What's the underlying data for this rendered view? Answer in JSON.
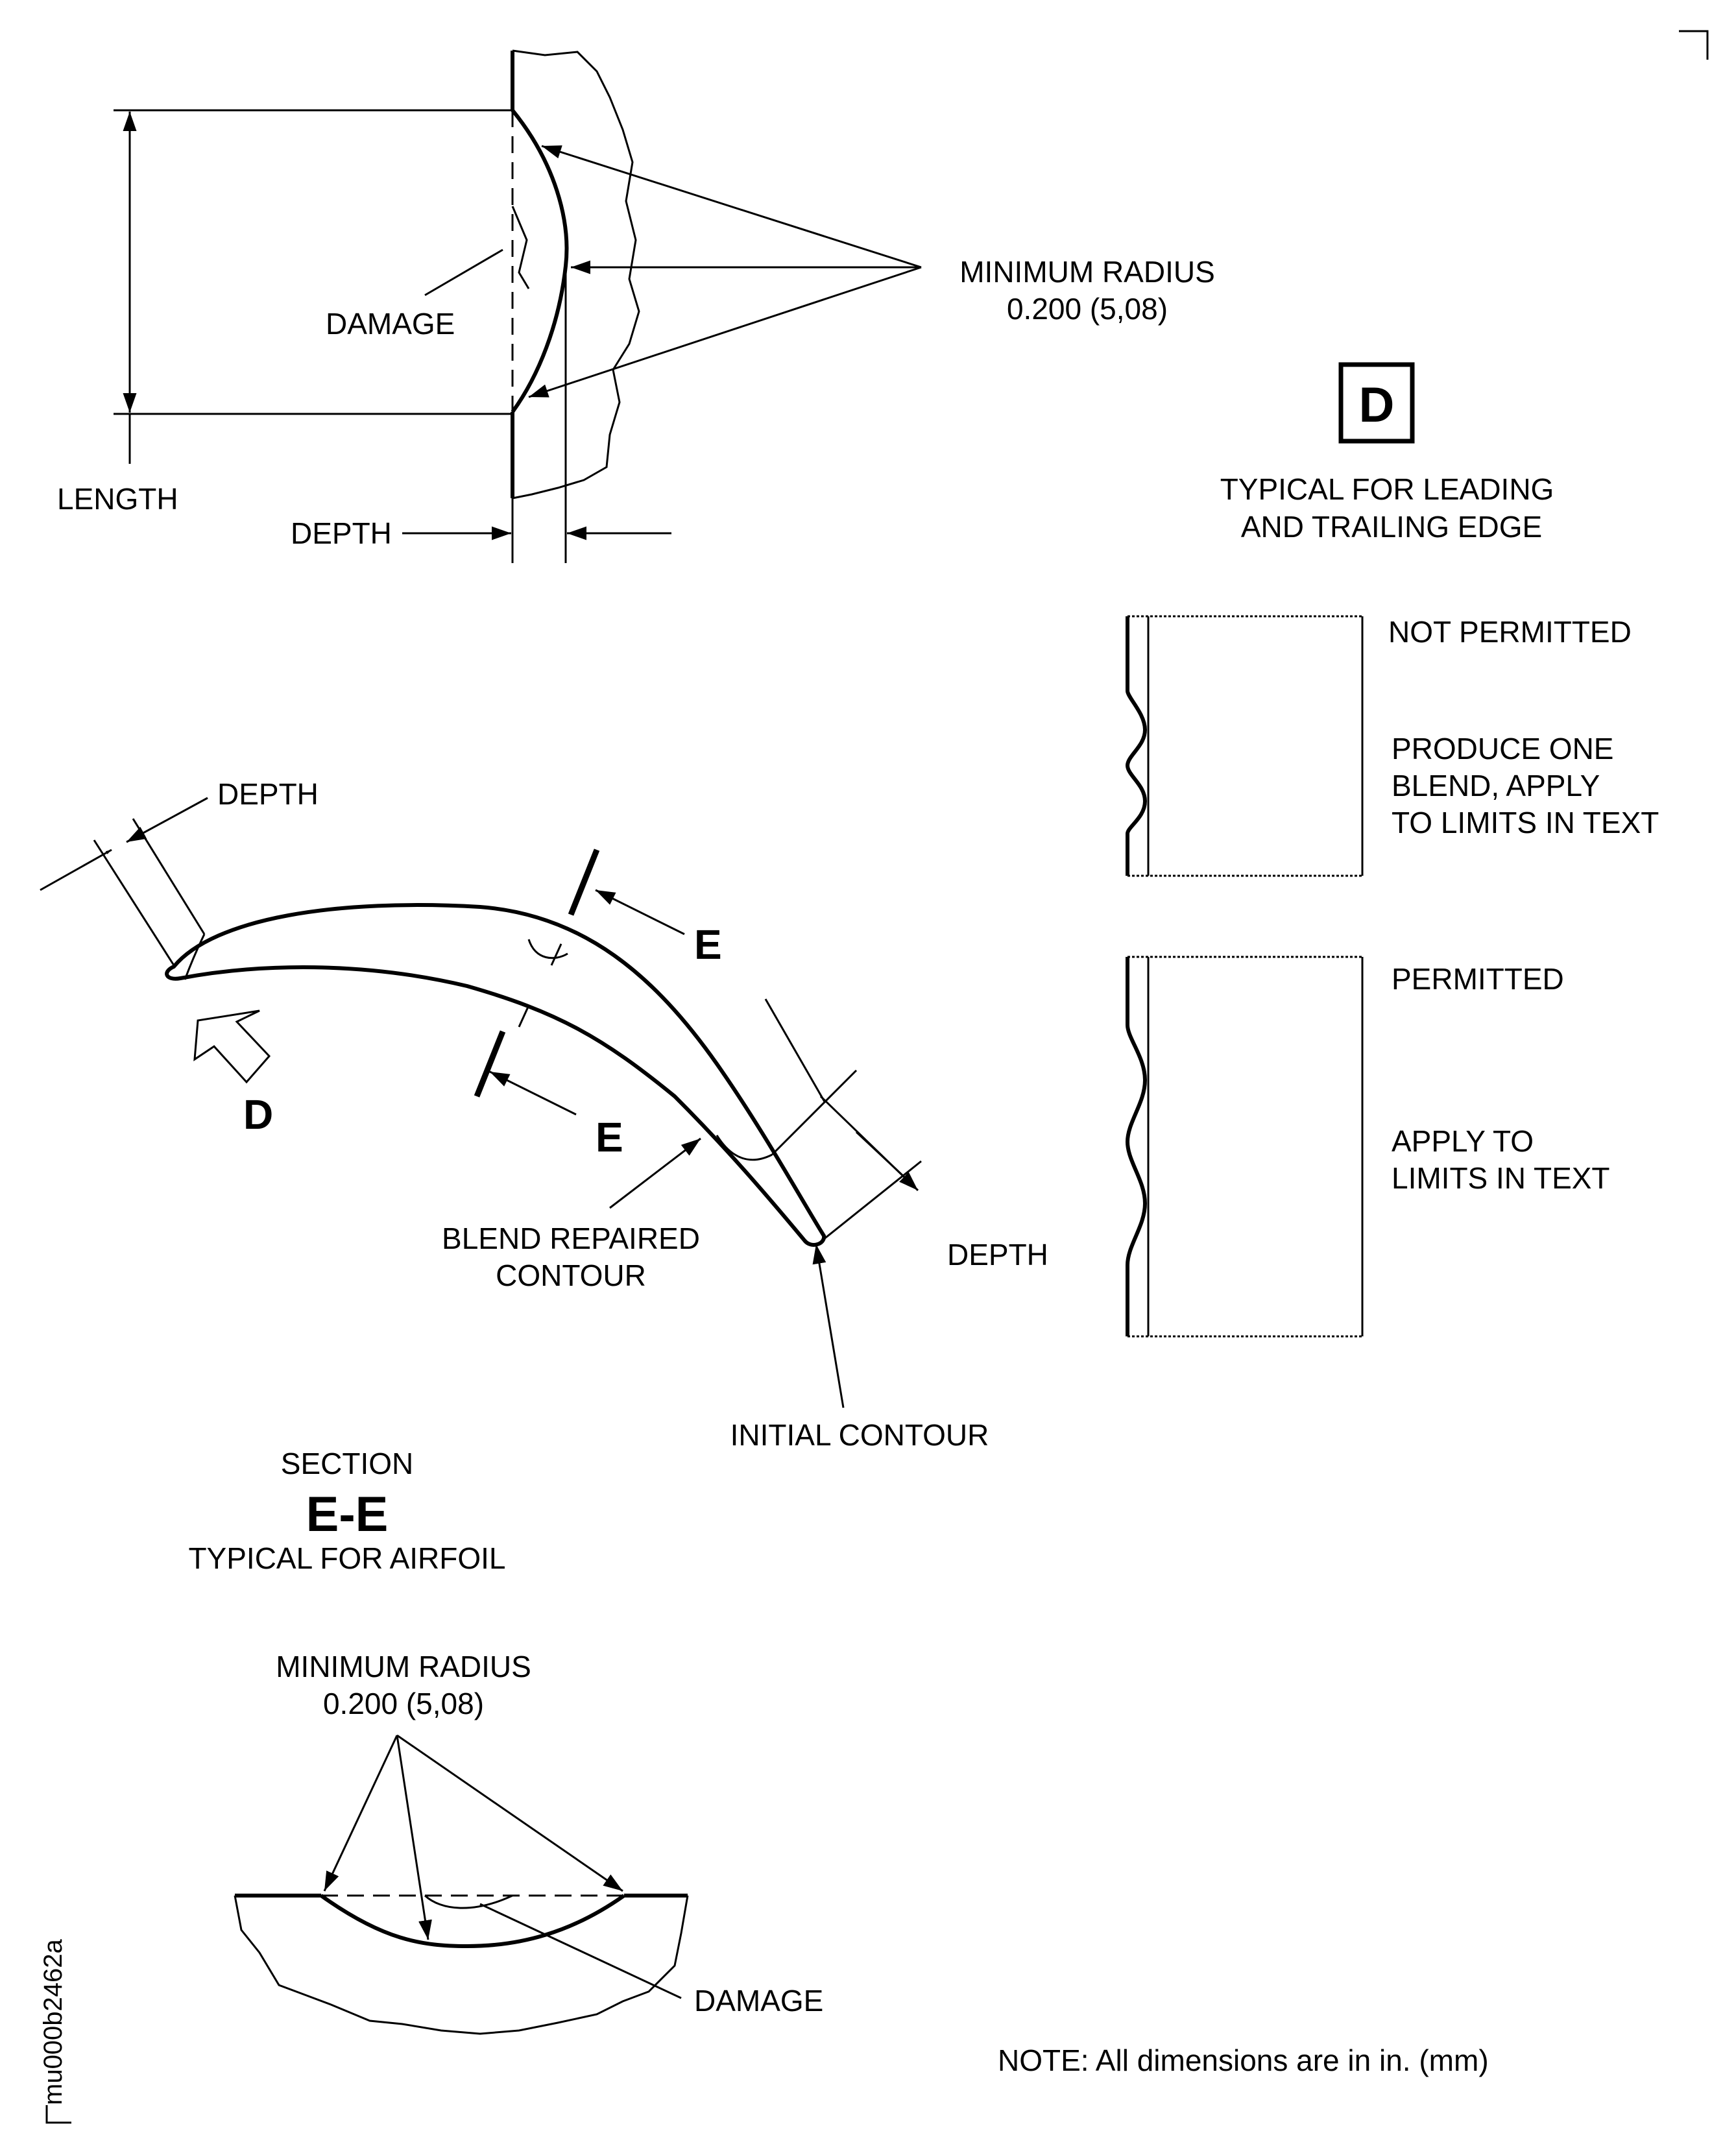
{
  "detail_top": {
    "minimum_radius_label": "MINIMUM RADIUS",
    "minimum_radius_value": "0.200 (5,08)",
    "damage_label": "DAMAGE",
    "length_label": "LENGTH",
    "depth_label": "DEPTH"
  },
  "view_d": {
    "letter": "D",
    "caption_line1": "TYPICAL FOR LEADING",
    "caption_line2": "AND TRAILING EDGE"
  },
  "edge_examples": {
    "not_permitted_label": "NOT PERMITTED",
    "not_permitted_note_line1": "PRODUCE ONE",
    "not_permitted_note_line2": "BLEND, APPLY",
    "not_permitted_note_line3": "TO LIMITS IN TEXT",
    "permitted_label": "PERMITTED",
    "permitted_note_line1": "APPLY TO",
    "permitted_note_line2": "LIMITS IN TEXT"
  },
  "section_view": {
    "depth_label_left": "DEPTH",
    "depth_label_right": "DEPTH",
    "cut_letter_top": "E",
    "cut_letter_bottom": "E",
    "view_arrow_letter": "D",
    "blend_label_line1": "BLEND REPAIRED",
    "blend_label_line2": "CONTOUR",
    "initial_contour_label": "INITIAL CONTOUR",
    "section_word": "SECTION",
    "section_id": "E-E",
    "section_caption": "TYPICAL FOR AIRFOIL"
  },
  "detail_bottom": {
    "minimum_radius_label": "MINIMUM RADIUS",
    "minimum_radius_value": "0.200 (5,08)",
    "damage_label": "DAMAGE"
  },
  "note": "NOTE: All dimensions are in in. (mm)",
  "figure_id": "mu000b2462a"
}
